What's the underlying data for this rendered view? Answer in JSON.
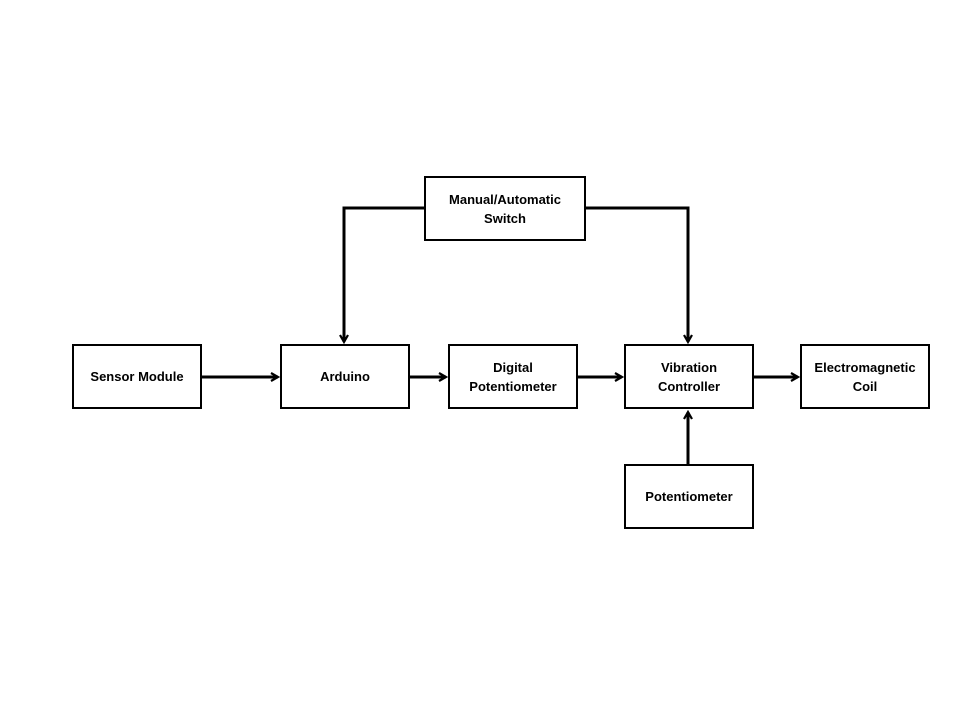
{
  "diagram": {
    "blocks": {
      "sensor_module": {
        "lines": [
          "Sensor Module"
        ]
      },
      "arduino": {
        "lines": [
          "Arduino"
        ]
      },
      "digital_potentiometer": {
        "lines": [
          "Digital",
          "Potentiometer"
        ]
      },
      "vibration_controller": {
        "lines": [
          "Vibration",
          "Controller"
        ]
      },
      "electromagnetic_coil": {
        "lines": [
          "Electromagnetic",
          "Coil"
        ]
      },
      "manual_automatic_switch": {
        "lines": [
          "Manual/Automatic",
          "Switch"
        ]
      },
      "potentiometer": {
        "lines": [
          "Potentiometer"
        ]
      }
    },
    "colors": {
      "stroke": "#000000",
      "fill": "#ffffff",
      "text": "#000000"
    }
  }
}
